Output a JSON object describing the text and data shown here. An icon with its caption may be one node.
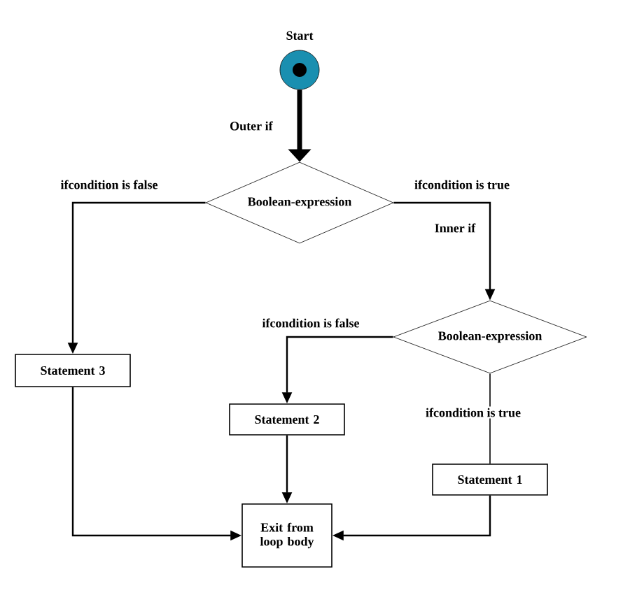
{
  "diagram": {
    "nodes": [
      {
        "text": [
          "Start"
        ]
      },
      {
        "text": [
          "Boolean-expression"
        ]
      },
      {
        "text": [
          "Statement 3"
        ]
      },
      {
        "text": [
          "Boolean-expression"
        ]
      },
      {
        "text": [
          "Statement 2"
        ]
      },
      {
        "text": [
          "Statement 1"
        ]
      },
      {
        "text": [
          "Exit from loop body"
        ]
      }
    ],
    "edges": [
      {
        "from": 0,
        "to": 1,
        "arrow": "to",
        "label": "Outer if",
        "style": "thick"
      },
      {
        "from": 1,
        "to": 2,
        "arrow": "to",
        "label": "ifcondition is false"
      },
      {
        "from": 1,
        "to": 3,
        "arrow": "to",
        "label": "ifcondition is true"
      },
      {
        "from": 3,
        "to": 4,
        "arrow": "to",
        "label": "ifcondition is false"
      },
      {
        "from": 3,
        "to": 5,
        "arrow": "none",
        "label": "ifcondition is true"
      },
      {
        "from": 4,
        "to": 6,
        "arrow": "to"
      },
      {
        "from": 2,
        "to": 6,
        "arrow": "to"
      },
      {
        "from": 5,
        "to": 6,
        "arrow": "to"
      }
    ],
    "labels": [
      "Inner if"
    ]
  }
}
